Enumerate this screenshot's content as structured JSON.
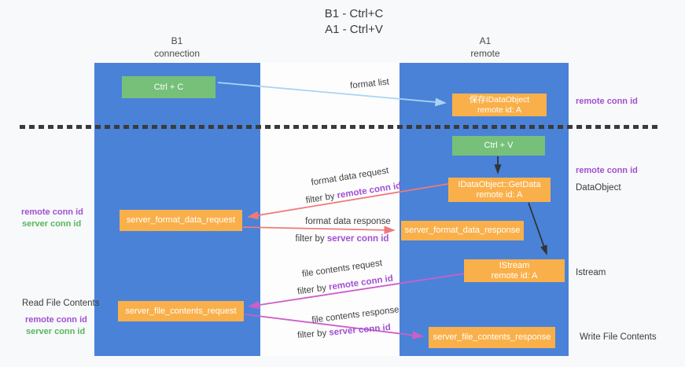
{
  "title": {
    "line1": "B1 - Ctrl+C",
    "line2": "A1 - Ctrl+V"
  },
  "columns": {
    "left": {
      "header_line1": "B1",
      "header_line2": "connection"
    },
    "right": {
      "header_line1": "A1",
      "header_line2": "remote"
    }
  },
  "boxes": {
    "ctrl_c": {
      "label": "Ctrl + C"
    },
    "save_idataobject": {
      "line1": "保存IDataObject",
      "line2": "remote id: A"
    },
    "ctrl_v": {
      "label": "Ctrl + V"
    },
    "getdata": {
      "line1": "IDataObject::GetData",
      "line2": "remote id: A"
    },
    "server_format_data_request": {
      "label": "server_format_data_request"
    },
    "server_format_data_response": {
      "label": "server_format_data_response"
    },
    "istream": {
      "line1": "IStream",
      "line2": "remote id: A"
    },
    "server_file_contents_request": {
      "label": "server_file_contents_request"
    },
    "server_file_contents_response": {
      "label": "server_file_contents_response"
    }
  },
  "flow_labels": {
    "format_list": "format list",
    "format_data_request": "format data request",
    "format_data_response": "format data response",
    "file_contents_request": "file contents request",
    "file_contents_response": "file contents response",
    "filter_prefix": "filter by ",
    "remote_conn_id": "remote conn id",
    "server_conn_id": "server conn id"
  },
  "side_labels": {
    "left": {
      "remote_conn_id_1": "remote conn id",
      "server_conn_id_1": "server conn id",
      "read_file_contents": "Read File Contents",
      "remote_conn_id_2": "remote conn id",
      "server_conn_id_2": "server conn id"
    },
    "right": {
      "remote_conn_id_1": "remote conn id",
      "remote_conn_id_2": "remote conn id",
      "dataobject": "DataObject",
      "istream": "Istream",
      "write_file_contents": "Write File Contents"
    }
  },
  "colors": {
    "column_blue": "#4a82d8",
    "box_orange": "#f9b04a",
    "box_green": "#76c07a",
    "arrow_lightblue": "#a9d4f2",
    "arrow_salmon": "#f07a7a",
    "arrow_magenta": "#cd5ec9",
    "text_purple": "#a050d2",
    "text_green": "#56b75e"
  }
}
